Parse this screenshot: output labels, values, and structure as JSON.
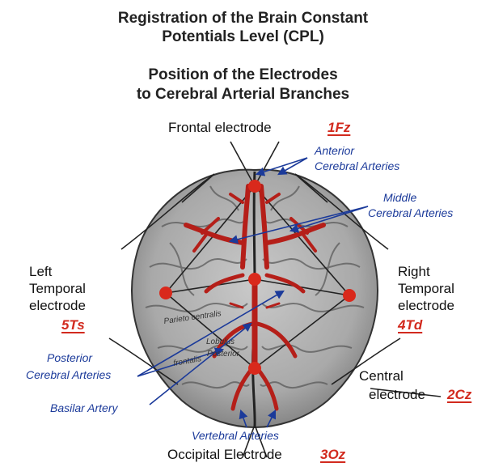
{
  "title": {
    "line1": "Registration of the Brain Constant",
    "line2": "Potentials  Level (CPL)",
    "line3": "Position of the Electrodes",
    "line4": "to Cerebral Arterial Branches"
  },
  "electrodes": {
    "frontal": {
      "label": "Frontal electrode",
      "code": "1Fz"
    },
    "left": {
      "line1": "Left",
      "line2": "Temporal",
      "line3": "electrode",
      "code": "5Ts"
    },
    "right": {
      "line1": "Right",
      "line2": "Temporal",
      "line3": "electrode",
      "code": "4Td"
    },
    "central": {
      "line1": "Central",
      "line2": "electrode",
      "code": "2Cz"
    },
    "occipital": {
      "label": "Occipital Electrode",
      "code": "3Oz"
    }
  },
  "arteries": {
    "anterior": {
      "line1": "Anterior",
      "line2": "Cerebral Arteries"
    },
    "middle": {
      "line1": "Middle",
      "line2": "Cerebral Arteries"
    },
    "posterior": {
      "line1": "Posterior",
      "line2": "Cerebral Arteries"
    },
    "basilar": "Basilar Artery",
    "vertebral": "Vertebral Arteries"
  },
  "brain_labels": {
    "parieto_centralis": "Parieto centralis",
    "frontalis": "frontalis",
    "lobulus": "Lobulus",
    "posterior": "Posterior"
  },
  "colors": {
    "electrode": "#d9291c",
    "artery": "#b51f19",
    "arrow": "#1b3a9a",
    "code": "#d22a1e"
  }
}
